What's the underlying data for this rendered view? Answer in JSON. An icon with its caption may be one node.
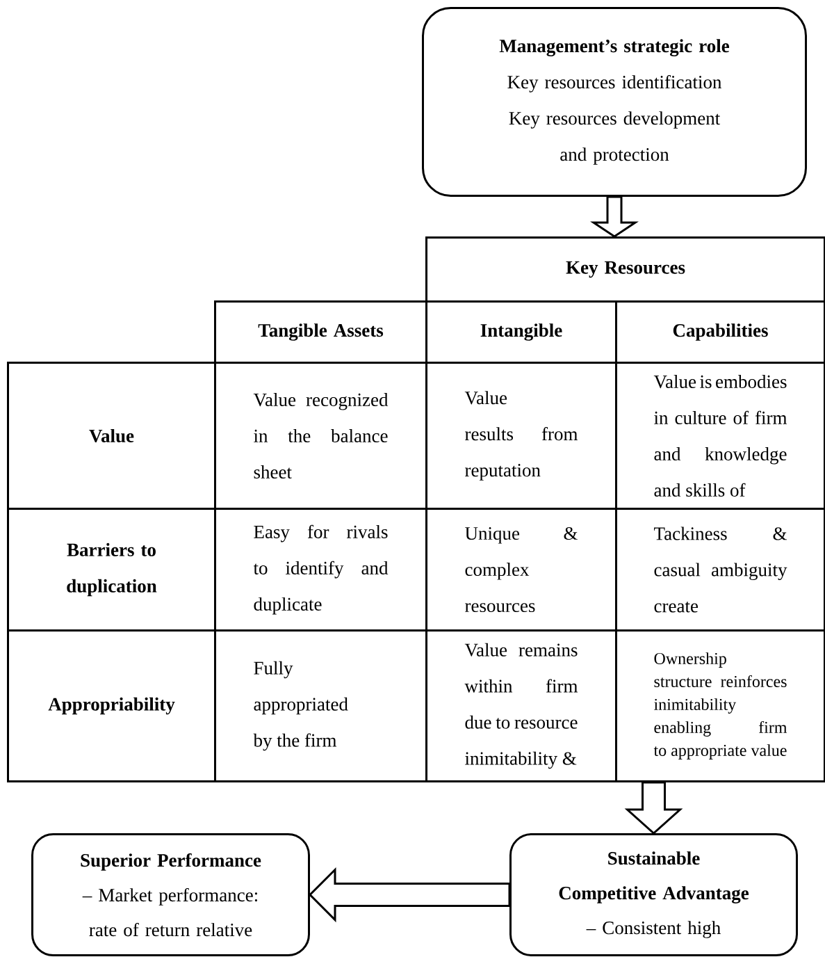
{
  "diagram": {
    "nodes": [
      {
        "text": [
          "Management’s strategic role",
          "Key resources identification",
          "Key resources development and protection"
        ]
      },
      {
        "text": [
          "Key Resources"
        ]
      },
      {
        "text": [
          "Tangible Assets"
        ]
      },
      {
        "text": [
          "Intangible"
        ]
      },
      {
        "text": [
          "Capabilities"
        ]
      },
      {
        "text": [
          "Value"
        ]
      },
      {
        "text": [
          "Value recognized in the balance sheet"
        ]
      },
      {
        "text": [
          "Value results from reputation"
        ]
      },
      {
        "text": [
          "Value is embodies in culture of firm and knowledge and skills of"
        ]
      },
      {
        "text": [
          "Barriers to duplication"
        ]
      },
      {
        "text": [
          "Easy for rivals to identify and duplicate"
        ]
      },
      {
        "text": [
          "Unique & complex resources"
        ]
      },
      {
        "text": [
          "Tackiness & casual ambiguity create"
        ]
      },
      {
        "text": [
          "Appropriability"
        ]
      },
      {
        "text": [
          "Fully appropriated by the firm"
        ]
      },
      {
        "text": [
          "Value remains within firm due to resource inimitability &"
        ]
      },
      {
        "text": [
          "Ownership structure reinforces inimitability enabling firm to appropriate value"
        ]
      },
      {
        "text": [
          "Sustainable Competitive Advantage",
          "– Consistent high"
        ]
      },
      {
        "text": [
          "**Superior Performance** – Market performance: rate of return relative"
        ]
      }
    ],
    "edges": [
      {
        "from": 0,
        "to": 1,
        "arrow": "to"
      },
      {
        "from": 16,
        "to": 17,
        "arrow": "to"
      },
      {
        "from": 17,
        "to": 18,
        "arrow": "to"
      }
    ]
  }
}
